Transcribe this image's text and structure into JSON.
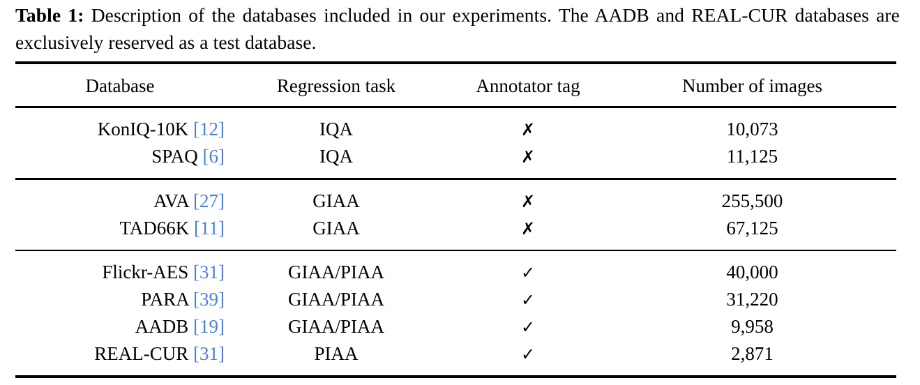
{
  "caption": {
    "label": "Table 1:",
    "text": "Description of the databases included in our experiments. The AADB and REAL-CUR databases are exclusively reserved as a test database."
  },
  "table": {
    "columns": [
      "Database",
      "Regression task",
      "Annotator tag",
      "Number of images"
    ],
    "marks": {
      "yes": "✓",
      "no": "✗"
    },
    "accent_citation_color": "#4a7fd4",
    "groups": [
      {
        "rows": [
          {
            "database": "KonIQ-10K",
            "citation": "[12]",
            "task": "IQA",
            "annotator_tag": "✗",
            "images": "10,073"
          },
          {
            "database": "SPAQ",
            "citation": "[6]",
            "task": "IQA",
            "annotator_tag": "✗",
            "images": "11,125"
          }
        ]
      },
      {
        "rows": [
          {
            "database": "AVA",
            "citation": "[27]",
            "task": "GIAA",
            "annotator_tag": "✗",
            "images": "255,500"
          },
          {
            "database": "TAD66K",
            "citation": "[11]",
            "task": "GIAA",
            "annotator_tag": "✗",
            "images": "67,125"
          }
        ]
      },
      {
        "rows": [
          {
            "database": "Flickr-AES",
            "citation": "[31]",
            "task": "GIAA/PIAA",
            "annotator_tag": "✓",
            "images": "40,000"
          },
          {
            "database": "PARA",
            "citation": "[39]",
            "task": "GIAA/PIAA",
            "annotator_tag": "✓",
            "images": "31,220"
          },
          {
            "database": "AADB",
            "citation": "[19]",
            "task": "GIAA/PIAA",
            "annotator_tag": "✓",
            "images": "9,958"
          },
          {
            "database": "REAL-CUR",
            "citation": "[31]",
            "task": "PIAA",
            "annotator_tag": "✓",
            "images": "2,871"
          }
        ]
      }
    ]
  }
}
